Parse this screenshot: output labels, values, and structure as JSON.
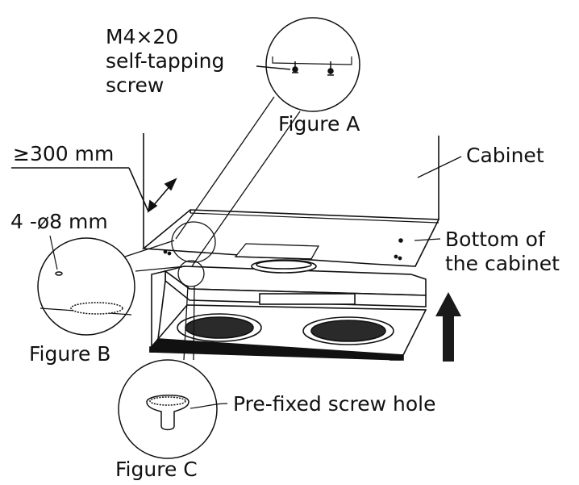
{
  "labels": {
    "screw_spec": {
      "line1": "M4×20",
      "line2": "self-tapping",
      "line3": "screw"
    },
    "figure_a": "Figure A",
    "min_distance": "≥300 mm",
    "cabinet": "Cabinet",
    "hole_spec": "4 -ø8 mm",
    "bottom_of_cabinet": {
      "line1": "Bottom of",
      "line2": "the cabinet"
    },
    "figure_b": "Figure B",
    "pre_fixed_hole": "Pre-fixed screw hole",
    "figure_c": "Figure C"
  },
  "colors": {
    "ink": "#111111",
    "background": "#ffffff",
    "dark_fill": "#1a1a1a"
  },
  "icons": {
    "up_arrow": "up-arrow-icon"
  }
}
